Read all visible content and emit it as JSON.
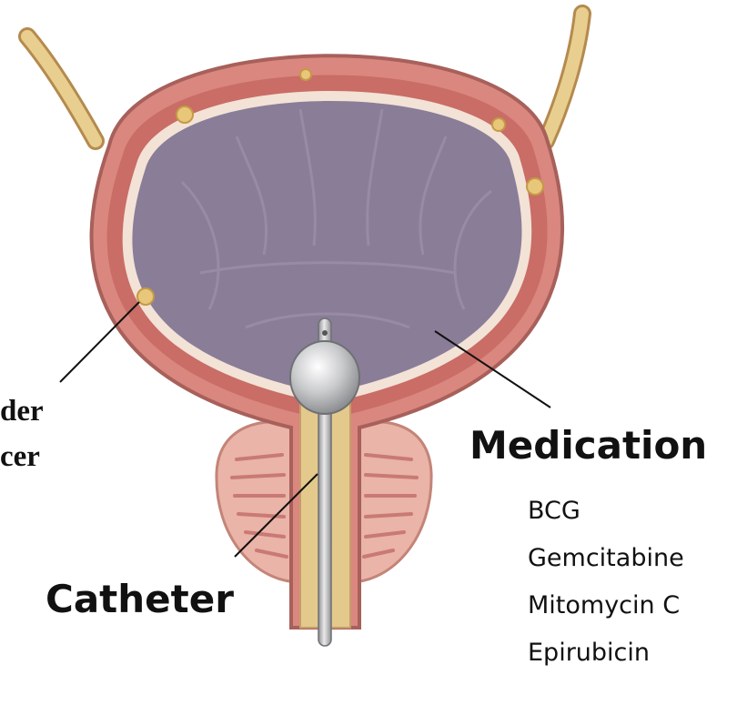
{
  "labels": {
    "bladder_cancer_line1": "der",
    "bladder_cancer_line2": "cer",
    "medication": "Medication",
    "catheter": "Catheter"
  },
  "medications": [
    "BCG",
    "Gemcitabine",
    "Mitomycin C",
    "Epirubicin"
  ],
  "colors": {
    "bladder_wall": "#d9877f",
    "bladder_outer": "#c9736d",
    "bladder_lumen": "#8a7d98",
    "urethra": "#e3c98c",
    "ureter": "#e8cf8f",
    "prostate": "#eab4a8",
    "tumor": "#e9c77a",
    "catheter": "#b9babc"
  }
}
